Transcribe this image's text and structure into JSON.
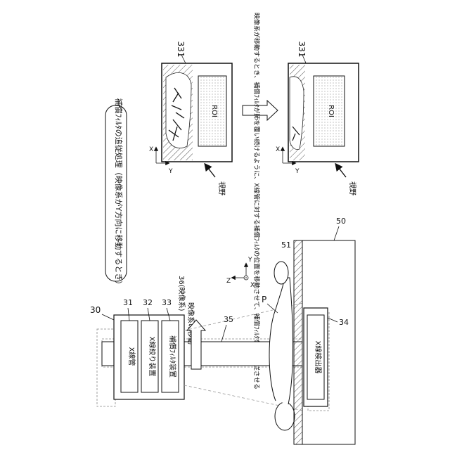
{
  "figure": {
    "title": "補償ﾌｨﾙﾀの追従処理（映像系がY方向に移動するとき）",
    "imaging_system_label": "36(映像系)",
    "movement_label": "映像系の移動",
    "step_note": "映像系が移動するとき、補償ﾌｨﾙﾀが肺を覆い続けるように、X線管に対する補償ﾌｨﾙﾀの位置を移動させて、補償ﾌｨﾙﾀを肺に追従させる",
    "fov_label": "視野"
  },
  "components": {
    "housing": "30",
    "xray_tube": {
      "ref": "31",
      "name": "X線管"
    },
    "collimator": {
      "ref": "32",
      "name": "X線絞り装置"
    },
    "filter_device": {
      "ref": "33",
      "name": "補償ﾌｨﾙﾀ装置"
    },
    "detector": {
      "ref": "34",
      "name": "X線検出器"
    },
    "beam_axis": "35",
    "imaging_system_ref": "36",
    "bed": "50",
    "top_plate": "51",
    "patient": "P"
  },
  "panels": {
    "left_ref": "331",
    "right_ref": "331",
    "roi_label": "ROI"
  },
  "axes": {
    "x": "X",
    "y": "Y",
    "z": "Z"
  }
}
